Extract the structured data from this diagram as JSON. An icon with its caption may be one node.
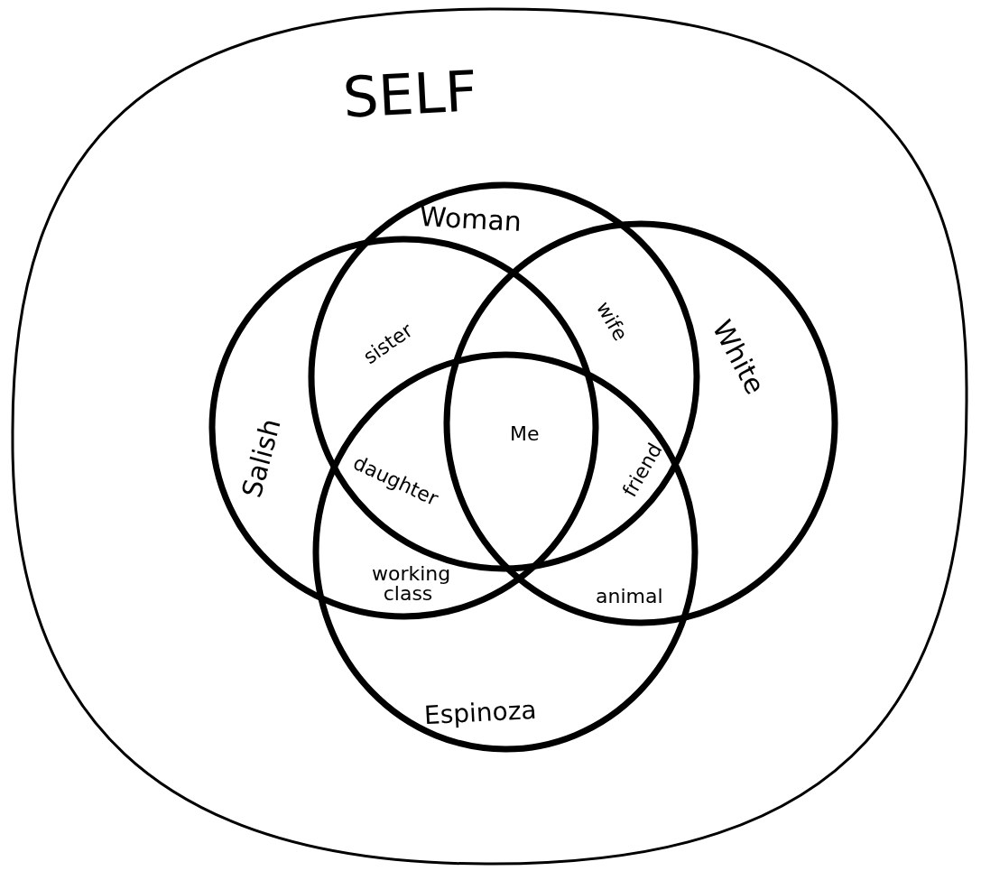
{
  "diagram": {
    "nodes": [
      {
        "text": [
          "SELF"
        ]
      },
      {
        "text": [
          "Woman"
        ],
        "in": 0
      },
      {
        "text": [
          "White"
        ],
        "in": 0
      },
      {
        "text": [
          "Salish"
        ],
        "in": 0
      },
      {
        "text": [
          "Espinoza"
        ],
        "in": 0
      }
    ],
    "labels": [
      "sister",
      "wife",
      "Me",
      "daughter",
      "friend",
      "working class",
      "animal"
    ]
  }
}
